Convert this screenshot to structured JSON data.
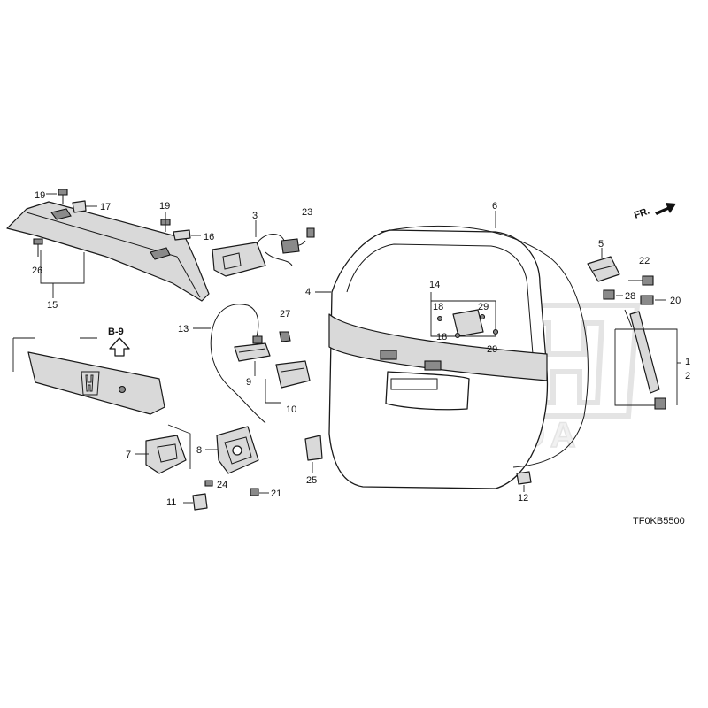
{
  "watermark": {
    "brand": "HONDA"
  },
  "direction_indicator": {
    "label": "FR."
  },
  "reference": {
    "label": "B-9"
  },
  "diagram_code": "TF0KB5500",
  "callouts": {
    "c1": "1",
    "c2": "2",
    "c3": "3",
    "c4": "4",
    "c5": "5",
    "c6": "6",
    "c7": "7",
    "c8": "8",
    "c9": "9",
    "c10": "10",
    "c11": "11",
    "c12": "12",
    "c13": "13",
    "c14": "14",
    "c15": "15",
    "c16": "16",
    "c17": "17",
    "c18a": "18",
    "c18b": "18",
    "c19a": "19",
    "c19b": "19",
    "c20": "20",
    "c21": "21",
    "c22": "22",
    "c23": "23",
    "c24": "24",
    "c25": "25",
    "c26": "26",
    "c27": "27",
    "c28": "28",
    "c29a": "29",
    "c29b": "29"
  },
  "colors": {
    "line": "#1a1a1a",
    "shade": "#d9d9d9",
    "watermark": "#e6e6e6"
  }
}
